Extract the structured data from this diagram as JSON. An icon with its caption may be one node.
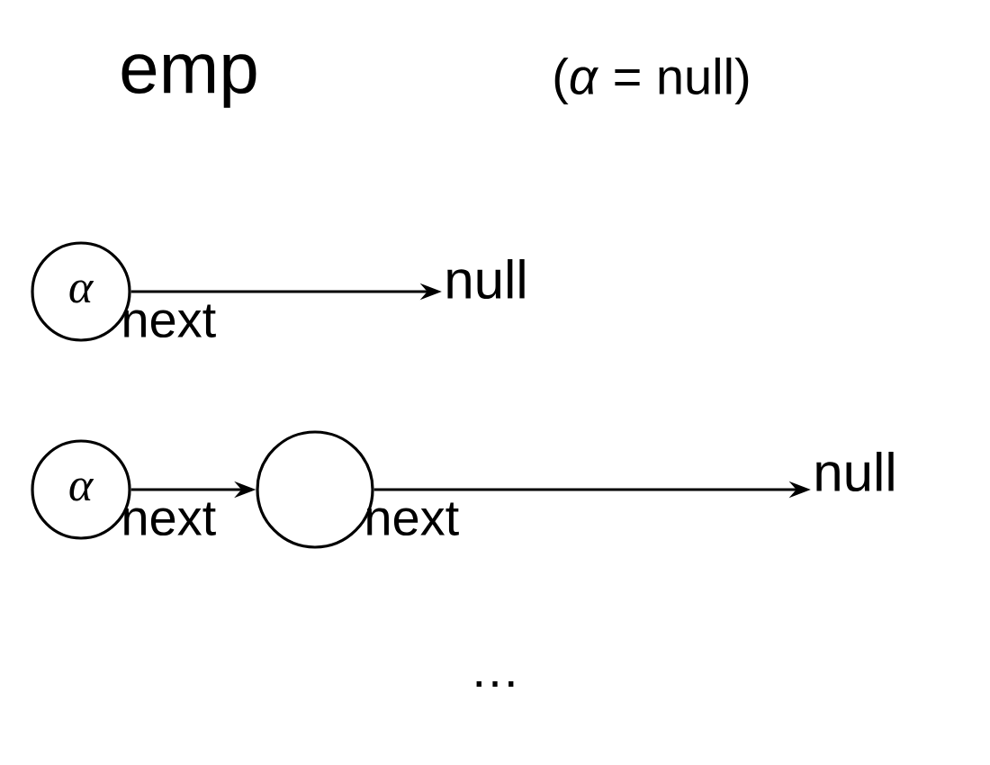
{
  "diagram": {
    "nodes": [
      {
        "text": [
          "*α*"
        ]
      },
      {
        "text": [
          "null"
        ]
      },
      {
        "text": [
          "*α*"
        ]
      },
      {
        "text": [],
        "shape": "circle"
      },
      {
        "text": [
          "null"
        ]
      }
    ],
    "edges": [
      {
        "from": 0,
        "to": 1,
        "arrow": "to",
        "label": "next"
      },
      {
        "from": 2,
        "to": 3,
        "arrow": "to",
        "label": "next"
      },
      {
        "from": 3,
        "to": 4,
        "arrow": "to",
        "label": "next"
      }
    ],
    "labels": [
      "emp",
      "(*α* = null)",
      "…"
    ]
  }
}
